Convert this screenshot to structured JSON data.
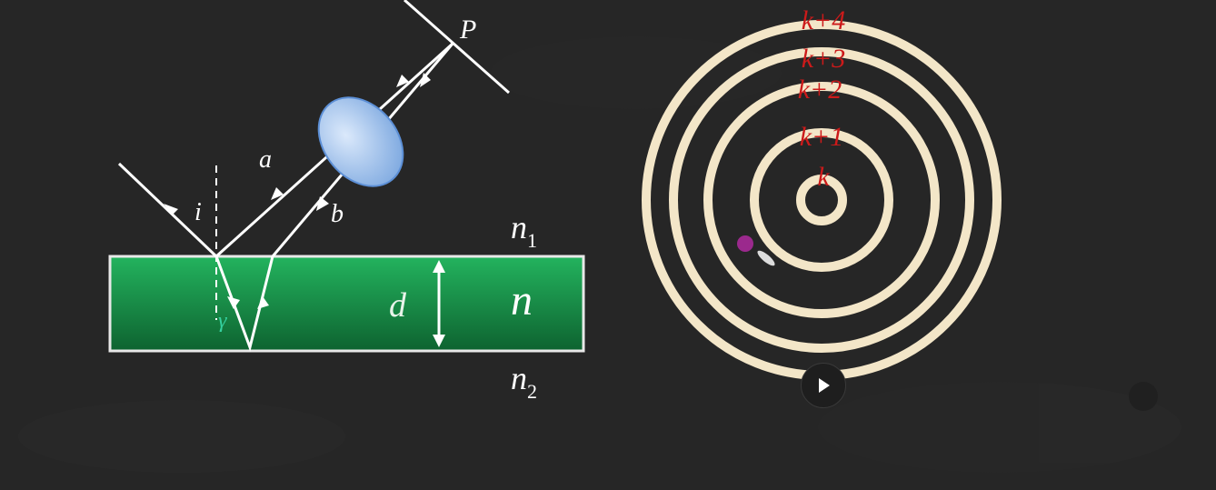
{
  "film_diagram": {
    "label_P": "P",
    "label_a": "a",
    "label_b": "b",
    "label_i": "i",
    "label_r": "γ",
    "label_d": "d",
    "label_n": "n",
    "label_n1_base": "n",
    "label_n1_sub": "1",
    "label_n2_base": "n",
    "label_n2_sub": "2"
  },
  "rings": {
    "labels": [
      "k+4",
      "k+3",
      "k+2",
      "k+1",
      "k"
    ]
  },
  "colors": {
    "board": "#262626",
    "film_top": "#22a85a",
    "film_bottom": "#0f6a34",
    "lens": "#a9c8ee",
    "ring": "#f3e6c8",
    "ring_label": "#cc1a1a"
  },
  "video": {
    "play_icon": "play-icon"
  }
}
